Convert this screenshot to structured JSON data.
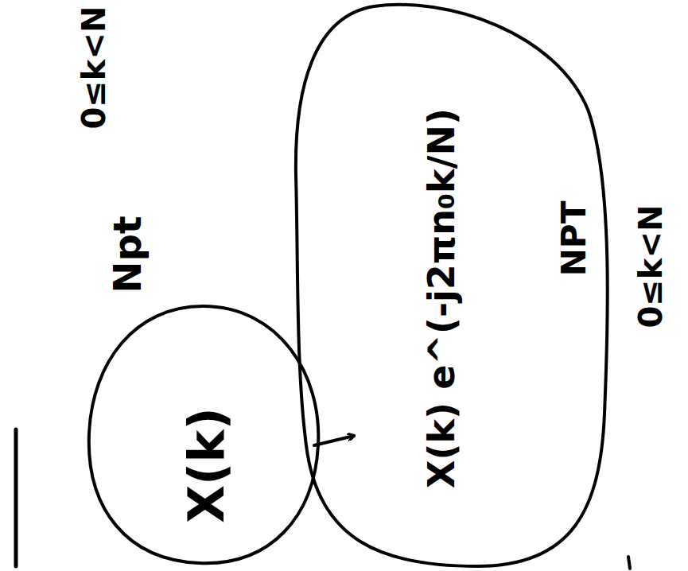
{
  "diagram": {
    "nodes": [
      {
        "text": [
          "X(k)"
        ]
      },
      {
        "text": [
          "X(k) e^(-j2πn₀k/N)"
        ]
      }
    ],
    "edges": [
      {
        "from": 0,
        "to": 1,
        "arrow": "to"
      }
    ],
    "labels": [
      "0≤k<N",
      "Npt",
      "NPT",
      "0≤k<N"
    ]
  }
}
